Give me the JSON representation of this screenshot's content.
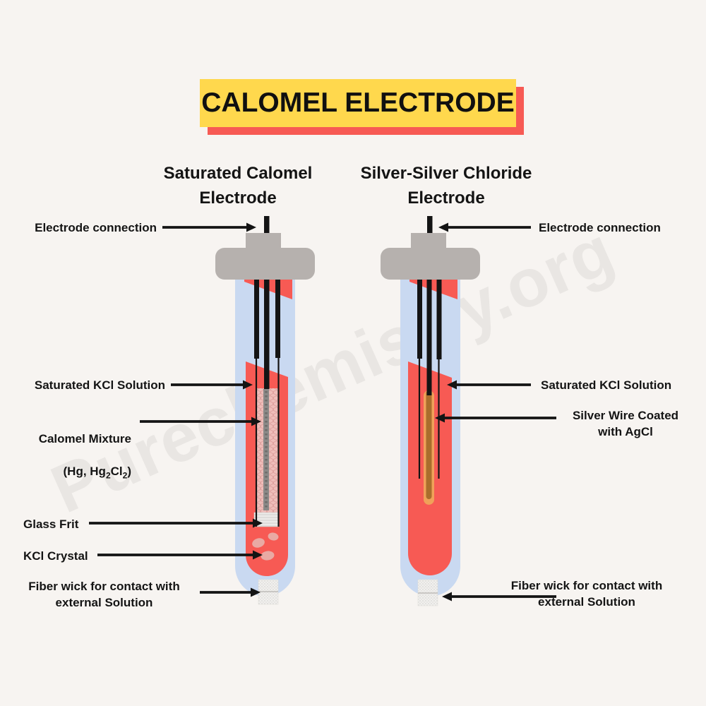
{
  "title": "CALOMEL ELECTRODE",
  "watermark": "Purechemistry.org",
  "headings": {
    "left": "Saturated Calomel\nElectrode",
    "right": "Silver-Silver Chloride\nElectrode"
  },
  "labels": {
    "left": {
      "electrode_connection": "Electrode connection",
      "saturated_kcl": "Saturated KCl Solution",
      "calomel_mixture": "Calomel Mixture",
      "calomel_formula": {
        "p1": "(Hg, Hg",
        "s1": "2",
        "p2": "Cl",
        "s2": "2",
        "p3": ")"
      },
      "glass_frit": "Glass Frit",
      "kcl_crystal": "KCl Crystal",
      "fiber_wick": "Fiber wick for contact with\nexternal Solution"
    },
    "right": {
      "electrode_connection": "Electrode connection",
      "saturated_kcl": "Saturated KCl Solution",
      "silver_wire": "Silver Wire Coated\nwith AgCl",
      "fiber_wick": "Fiber wick for contact with\nexternal Solution"
    }
  },
  "colors": {
    "background": "#f7f4f1",
    "text": "#141414",
    "title_bg": "#ffd84d",
    "title_shadow": "#f75a54",
    "solution_red": "#f75a54",
    "glass_blue": "#c9d9f1",
    "cap_gray": "#b6b1ae",
    "calomel_pink": "#efbeba",
    "inner_wire_gray": "#8b8987",
    "silver_wire_outer": "#f0a159",
    "silver_wire_core": "#aa6d2c",
    "crystal_pink": "#e9aaa4",
    "wick_white": "#f1f0ee",
    "watermark_gray": "#e9e6e3"
  }
}
